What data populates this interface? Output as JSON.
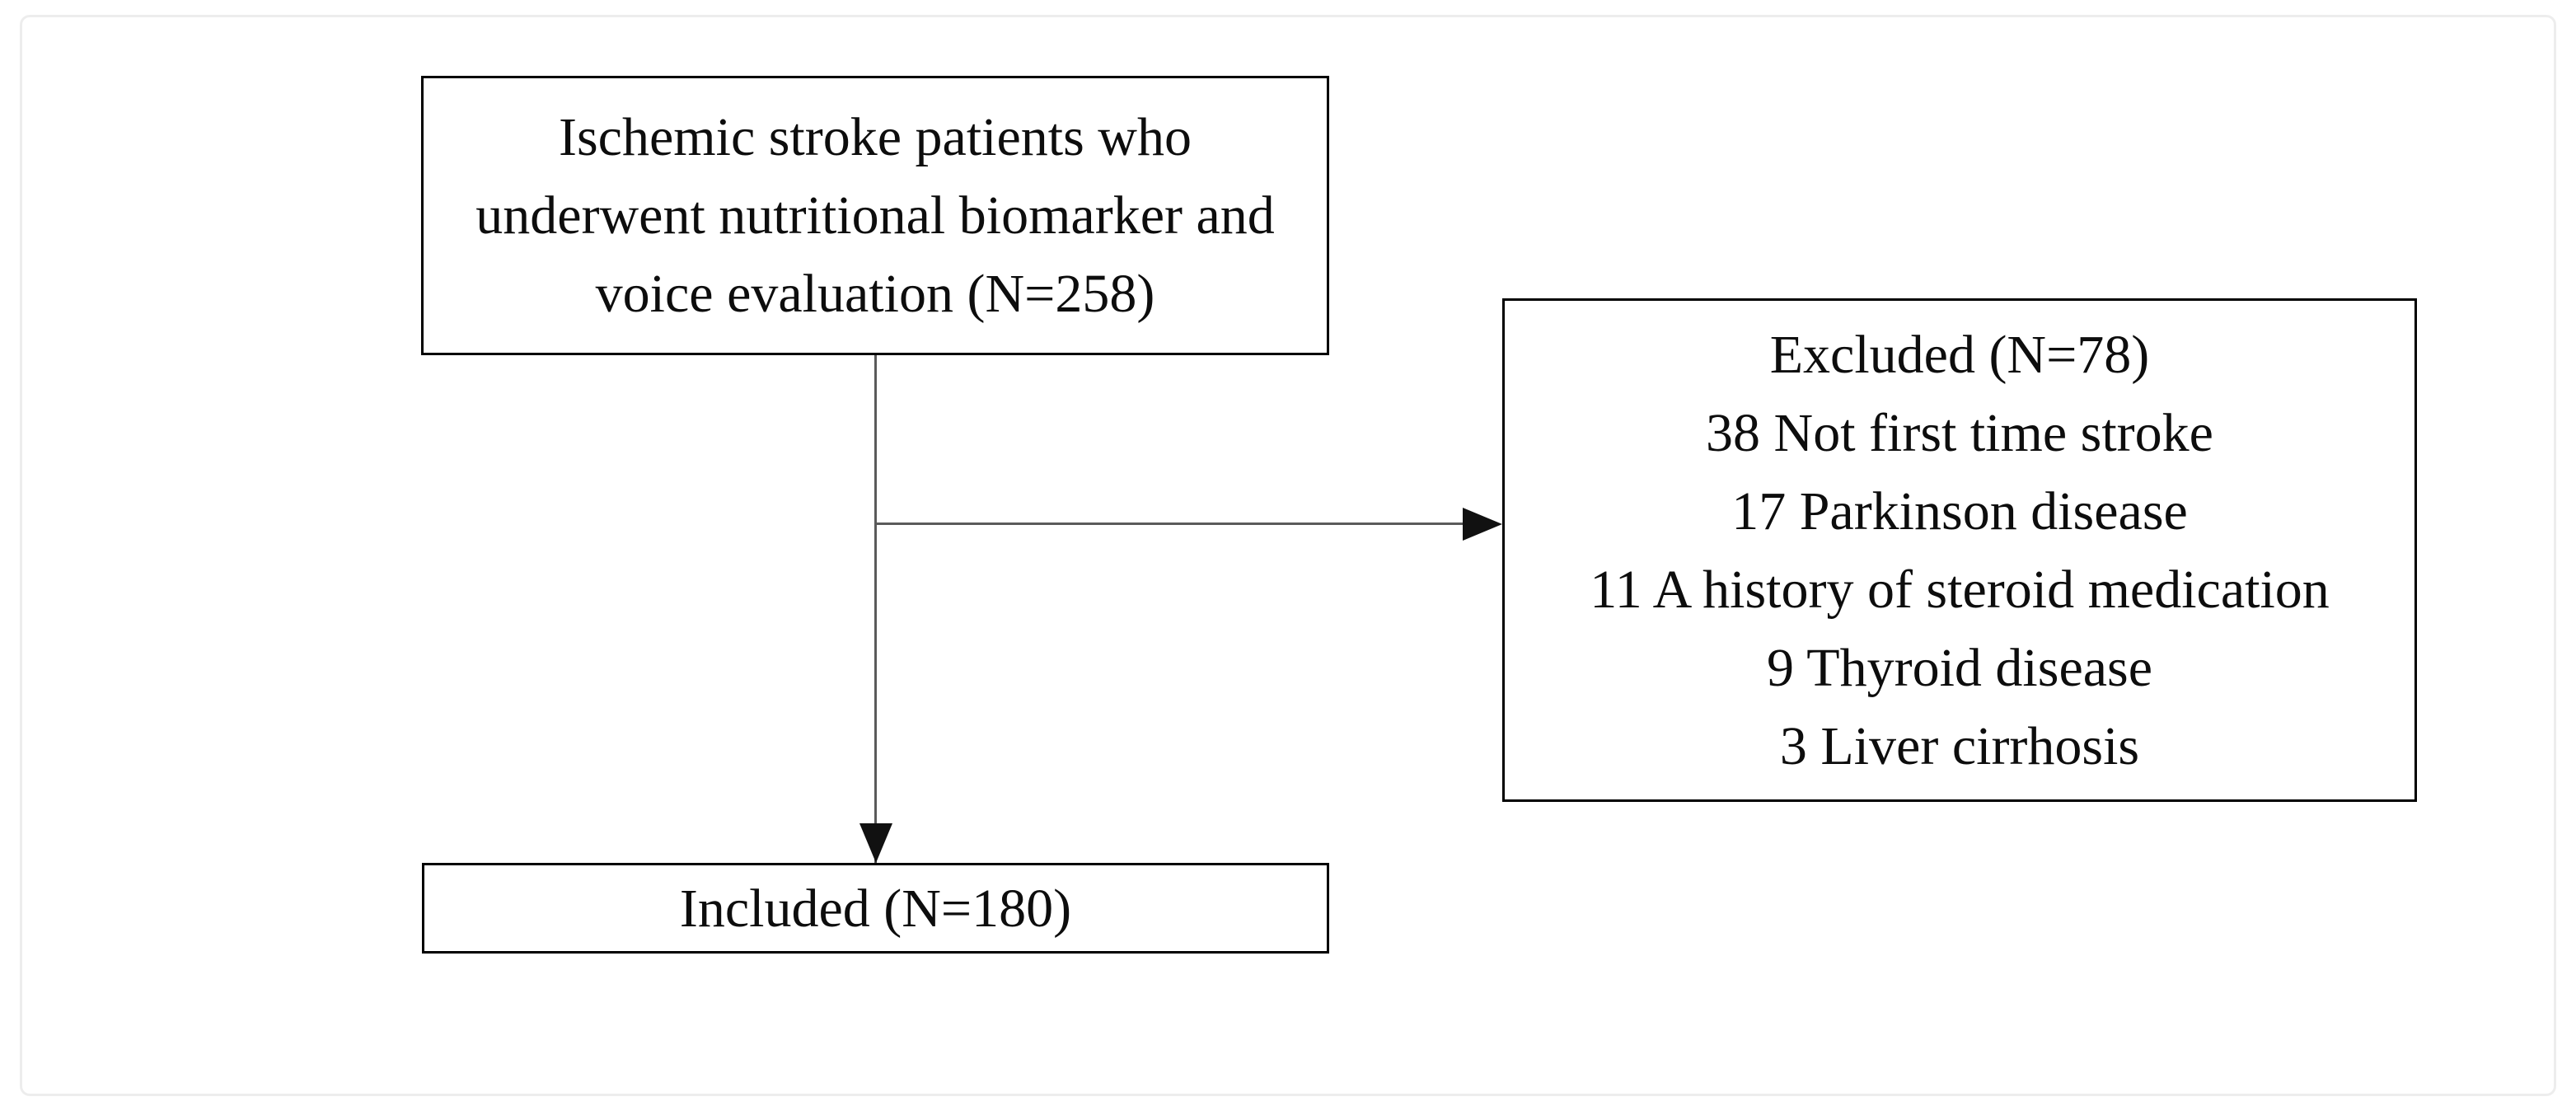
{
  "diagram": {
    "enrollment_box": {
      "lines": [
        "Ischemic stroke patients who",
        "underwent nutritional biomarker and",
        "voice evaluation (N=258)"
      ]
    },
    "excluded_box": {
      "lines": [
        "Excluded (N=78)",
        "38 Not first time stroke",
        "17 Parkinson disease",
        "11 A history of steroid medication",
        "9 Thyroid disease",
        "3 Liver cirrhosis"
      ]
    },
    "included_box": {
      "label": "Included (N=180)"
    },
    "counts": {
      "screened": 258,
      "excluded": 78,
      "not_first_time_stroke": 38,
      "parkinson_disease": 17,
      "steroid_medication_history": 11,
      "thyroid_disease": 9,
      "liver_cirrhosis": 3,
      "included": 180
    },
    "colors": {
      "background": "#ffffff",
      "box_border": "#000000",
      "text": "#0d0d0d",
      "connector_line": "#5a5a5a",
      "arrowhead": "#111111",
      "figure_frame": "#ededed"
    }
  }
}
